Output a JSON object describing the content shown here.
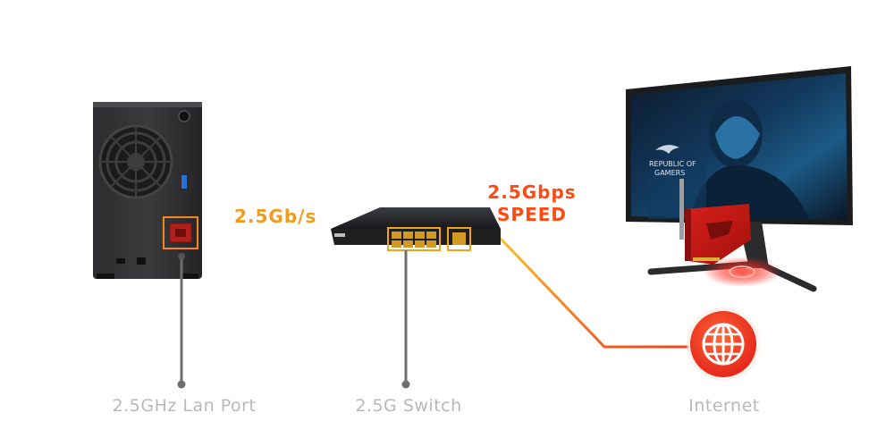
{
  "labels": {
    "nas": "2.5GHz Lan Port",
    "switch": "2.5G Switch",
    "internet": "Internet",
    "speed_left": "2.5Gb/s",
    "speed_right_line1": "2.5Gbps",
    "speed_right_line2": "SPEED"
  },
  "monitor_brand_text": {
    "line1": "REPUBLIC OF",
    "line2": "GAMERS"
  },
  "colors": {
    "accent_orange": "#f29a1e",
    "accent_red": "#ff4a14",
    "label_gray": "#b9b9b9",
    "pointer_gray": "#6f6f6f"
  }
}
